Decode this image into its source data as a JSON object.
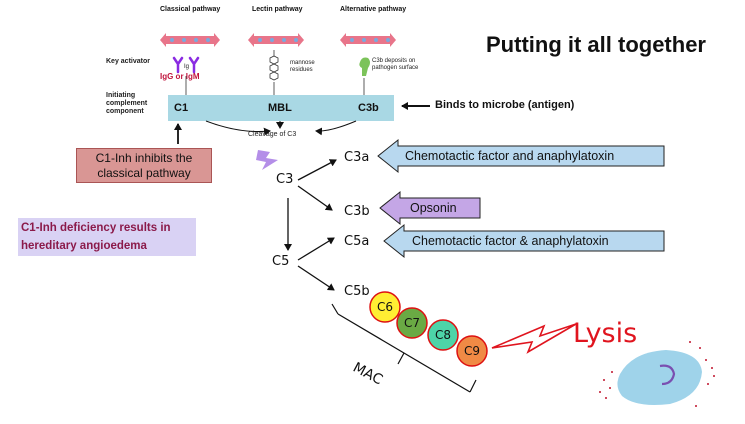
{
  "title": "Putting it all together",
  "pathways": {
    "classical": "Classical pathway",
    "lectin": "Lectin pathway",
    "alternative": "Alternative pathway"
  },
  "labels": {
    "key_activator": "Key activator",
    "initiating": "Initiating complement component",
    "ig": "Ig",
    "igg_igm": "IgG or IgM",
    "mannose": "mannose residues",
    "c3b_deposits": "C3b deposits on pathogen surface"
  },
  "bar": {
    "c1": "C1",
    "mbl": "MBL",
    "c3b": "C3b"
  },
  "binds": "Binds to microbe (antigen)",
  "cleavage": "Cleavage of C3",
  "c1_inh": "C1-Inh inhibits the classical pathway",
  "deficiency": "C1-Inh deficiency results in hereditary angioedema",
  "cascade": {
    "c3": "C3",
    "c3a": "C3a",
    "c3b": "C3b",
    "c5": "C5",
    "c5a": "C5a",
    "c5b": "C5b"
  },
  "arrows": {
    "c3a": "Chemotactic factor and anaphylatoxin",
    "c3b": "Opsonin",
    "c5a": "Chemotactic factor & anaphylatoxin"
  },
  "mac": {
    "label": "MAC",
    "balls": [
      {
        "text": "C6",
        "color": "#ffee33"
      },
      {
        "text": "C7",
        "color": "#6aaa44"
      },
      {
        "text": "C8",
        "color": "#4dd4a8"
      },
      {
        "text": "C9",
        "color": "#f08a45"
      }
    ]
  },
  "lysis": "Lysis",
  "colors": {
    "bar": "#a9d8e4",
    "inh_box": "#d99694",
    "def_box": "#d9d2f4",
    "def_text": "#8b1a4a",
    "blue_arrow": "#b8d8ef",
    "purple_arrow": "#c4a6e6",
    "lysis": "#e0141e",
    "pathway_arrow": "#e8758a"
  }
}
